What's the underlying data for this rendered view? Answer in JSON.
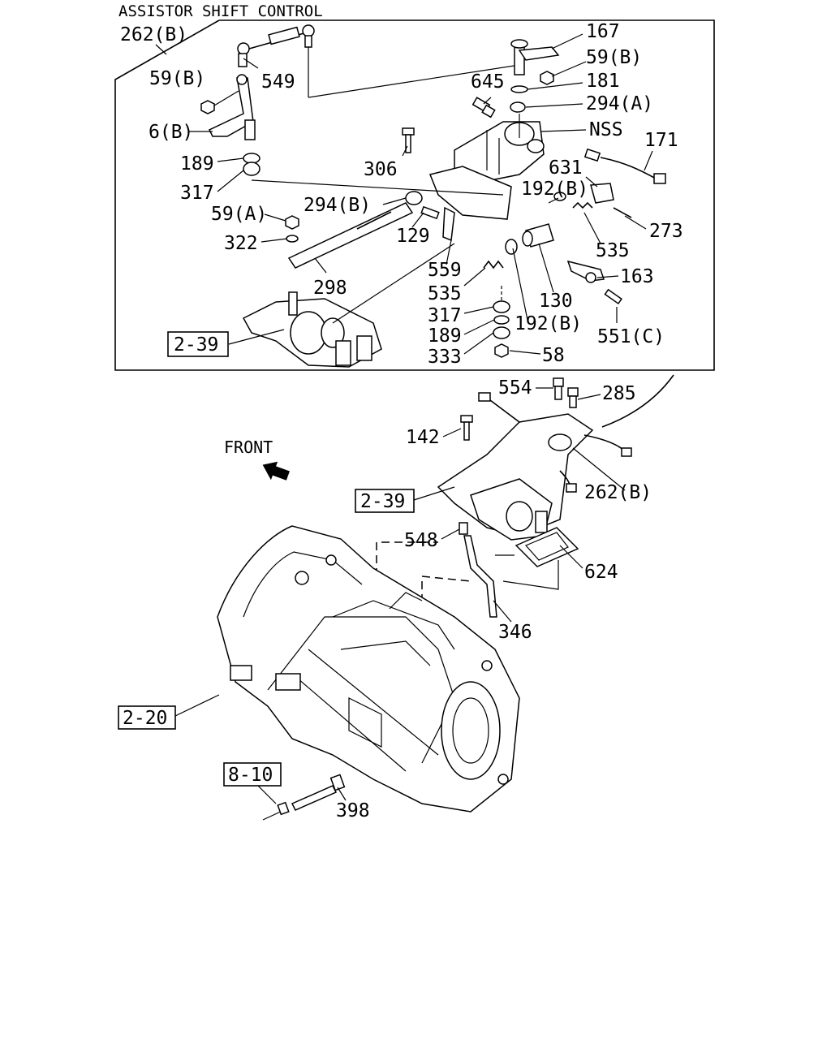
{
  "header": {
    "title": "ASSISTOR SHIFT CONTROL"
  },
  "front_label": "FRONT",
  "refs": {
    "r1": "2-39",
    "r2": "2-39",
    "r3": "2-20",
    "r4": "8-10"
  },
  "callouts": {
    "c262b_top": "262(B)",
    "c59b_left": "59(B)",
    "c549": "549",
    "c6b": "6(B)",
    "c189_a": "189",
    "c317_a": "317",
    "c59a": "59(A)",
    "c322": "322",
    "c294b": "294(B)",
    "c129": "129",
    "c298": "298",
    "c306": "306",
    "c645": "645",
    "c167": "167",
    "c59b_right": "59(B)",
    "c181": "181",
    "c294a": "294(A)",
    "cnss": "NSS",
    "c171": "171",
    "c631": "631",
    "c192b_a": "192(B)",
    "c273": "273",
    "c535_a": "535",
    "c163": "163",
    "c559": "559",
    "c535_b": "535",
    "c130": "130",
    "c317_b": "317",
    "c192b_b": "192(B)",
    "c189_b": "189",
    "c551c": "551(C)",
    "c333": "333",
    "c58": "58",
    "c554": "554",
    "c285": "285",
    "c142": "142",
    "c262b_mid": "262(B)",
    "c548": "548",
    "c624": "624",
    "c346": "346",
    "c398": "398"
  },
  "icons": [
    "front-arrow-icon"
  ]
}
